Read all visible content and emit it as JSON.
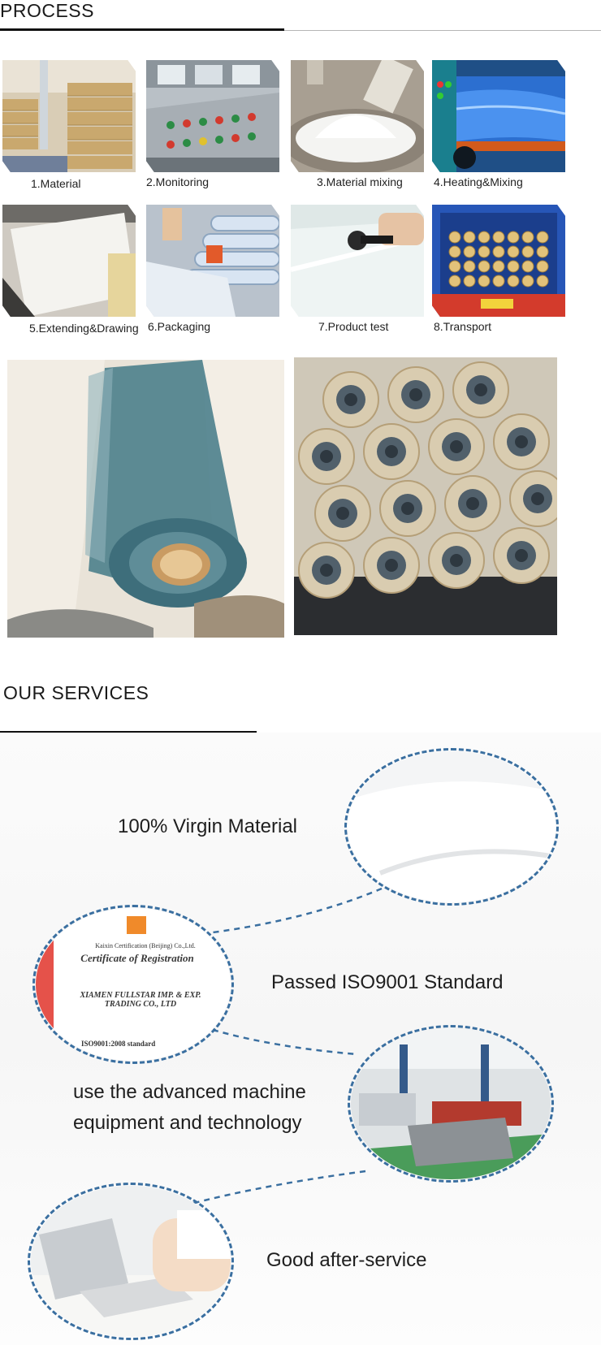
{
  "process": {
    "title": "PROCESS",
    "steps": [
      {
        "label": "1.Material"
      },
      {
        "label": "2.Monitoring"
      },
      {
        "label": "3.Material mixing"
      },
      {
        "label": "4.Heating&Mixing"
      },
      {
        "label": "5.Extending&Drawing"
      },
      {
        "label": "6.Packaging"
      },
      {
        "label": "7.Product test"
      },
      {
        "label": "8.Transport"
      }
    ]
  },
  "services": {
    "title": "OUR SERVICES",
    "items": [
      {
        "text": "100% Virgin Material"
      },
      {
        "text": "Passed ISO9001 Standard"
      },
      {
        "line1": "use the advanced machine",
        "line2": "equipment and technology"
      },
      {
        "text": "Good after-service"
      }
    ],
    "certificate": {
      "issuer": "Kaixin Certification (Beijing) Co.,Ltd.",
      "heading": "Certificate of Registration",
      "company": "XIAMEN FULLSTAR IMP. & EXP. TRADING CO., LTD",
      "standard": "ISO9001:2008 standard"
    }
  },
  "colors": {
    "accent_dashed_ring": "#3a6fa0",
    "title_underline": "#111111"
  }
}
